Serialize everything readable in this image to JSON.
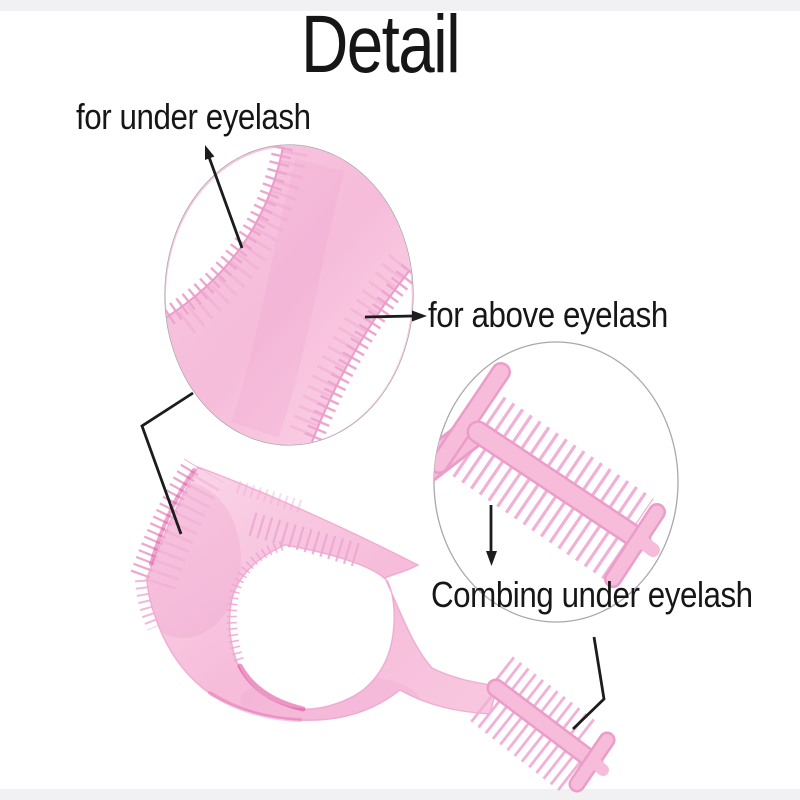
{
  "title": "Detail",
  "labels": {
    "under_eyelash": "for under eyelash",
    "above_eyelash": "for above eyelash",
    "combing": "Combing under eyelash"
  },
  "colors": {
    "background": "#ffffff",
    "page_strip": "#f1f0f2",
    "text": "#161616",
    "line": "#1c1c1c",
    "circle_stroke": "#a9a7ab",
    "pink_light": "#fbd7e9",
    "pink_mid": "#f6bcda",
    "pink_soft": "#f8c8e0",
    "pink_deep": "#efa5cf",
    "pink_teeth": "#eca6d0",
    "pink_edge": "#eb9dca",
    "comb_teeth": "#f1b0d5",
    "magenta_accent": "#e0509e"
  }
}
